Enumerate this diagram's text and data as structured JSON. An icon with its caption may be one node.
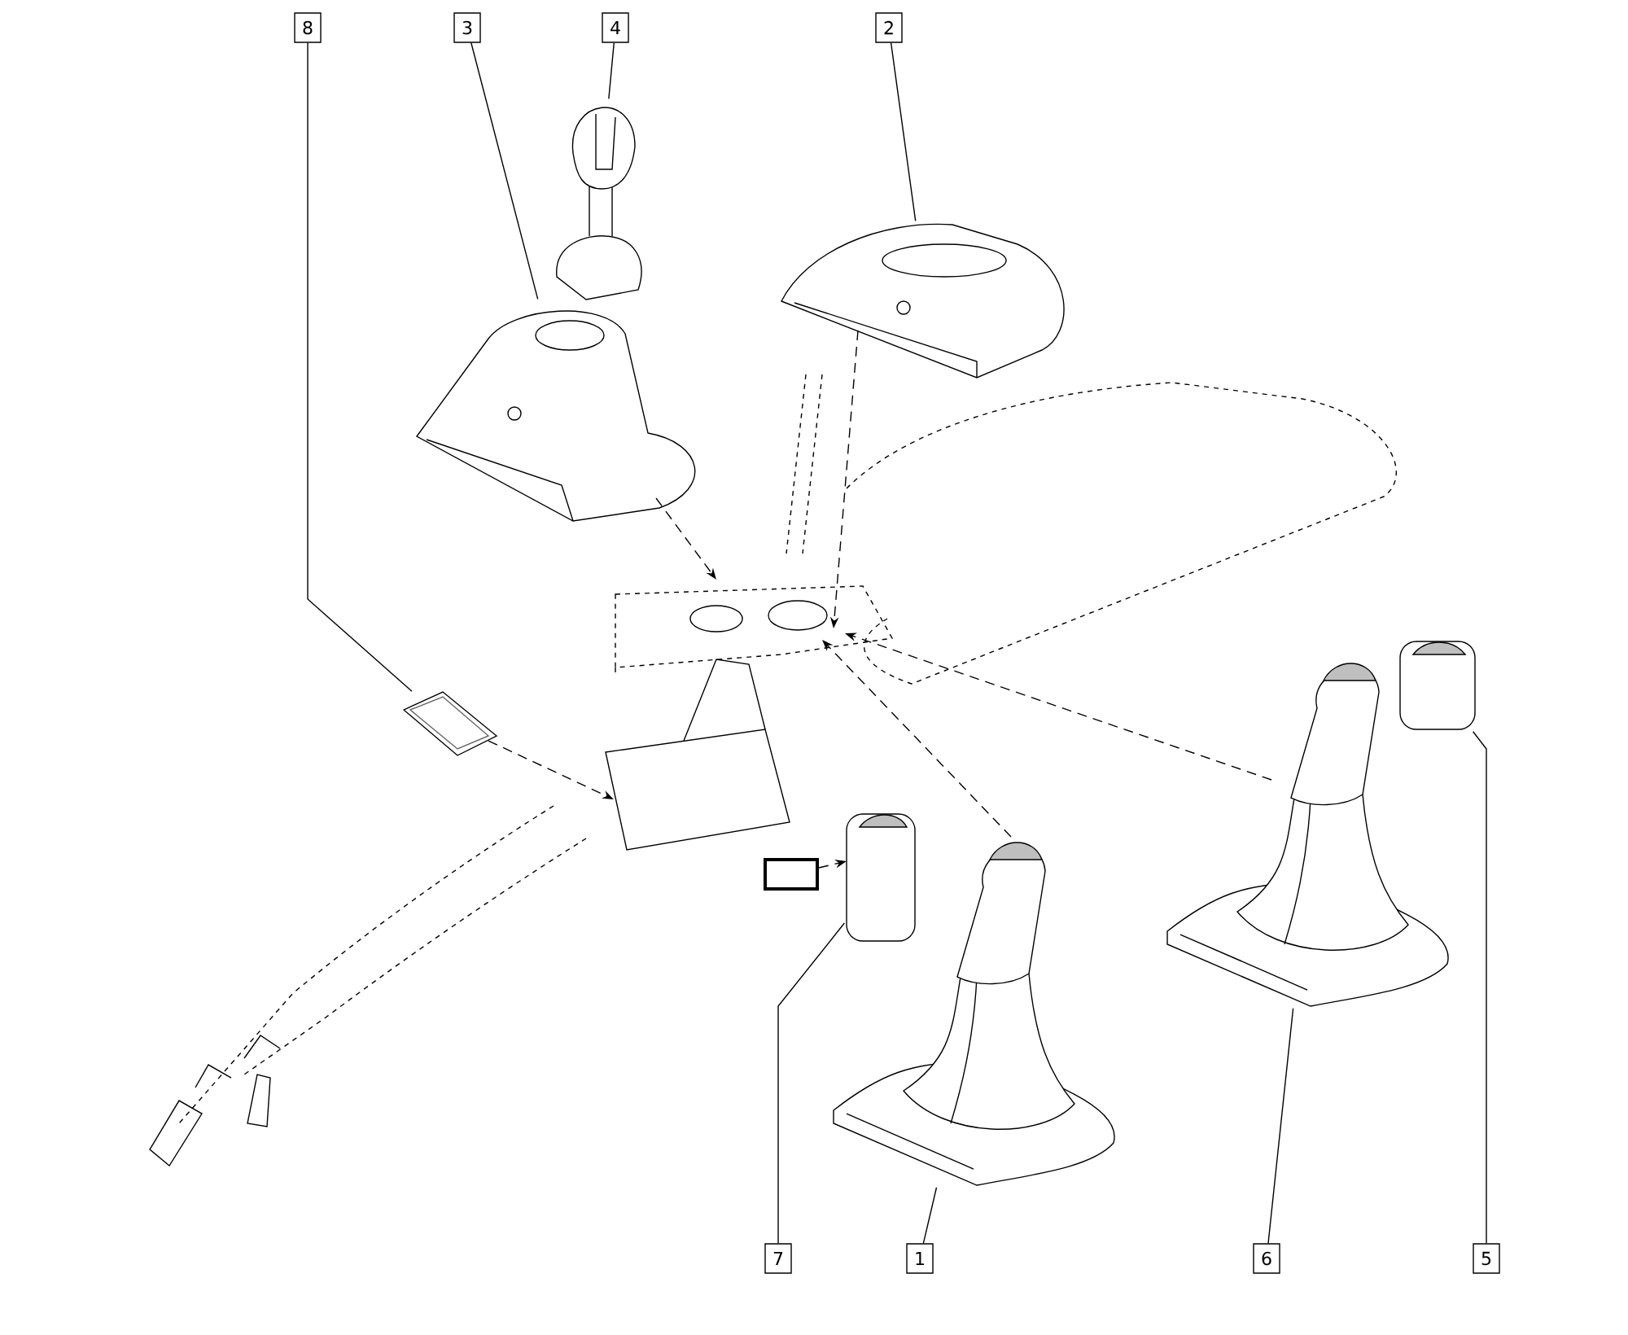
{
  "diagram": {
    "nodes": [
      {
        "text": [
          "8"
        ]
      },
      {
        "text": [
          "3"
        ]
      },
      {
        "text": [
          "4"
        ]
      },
      {
        "text": [
          "2"
        ]
      },
      {
        "text": [
          "1"
        ]
      },
      {
        "text": [
          "7"
        ]
      },
      {
        "text": [
          "6"
        ]
      },
      {
        "text": [
          "5"
        ]
      },
      {
        "text": [],
        "shape": "picture"
      },
      {
        "text": [],
        "shape": "picture"
      },
      {
        "text": [],
        "shape": "picture"
      },
      {
        "text": [],
        "shape": "picture"
      },
      {
        "text": [],
        "shape": "picture"
      },
      {
        "text": [],
        "shape": "picture"
      },
      {
        "text": [],
        "shape": "picture"
      },
      {
        "text": [],
        "shape": "picture"
      },
      {
        "text": [],
        "shape": "picture"
      },
      {
        "text": [],
        "shape": "box"
      }
    ],
    "edges": [
      {
        "from": 0,
        "to": 8,
        "arrow": "none"
      },
      {
        "from": 1,
        "to": 9,
        "arrow": "none"
      },
      {
        "from": 2,
        "to": 10,
        "arrow": "none"
      },
      {
        "from": 3,
        "to": 11,
        "arrow": "none"
      },
      {
        "from": 4,
        "to": 12,
        "arrow": "none"
      },
      {
        "from": 5,
        "to": 13,
        "arrow": "none"
      },
      {
        "from": 6,
        "to": 14,
        "arrow": "none"
      },
      {
        "from": 7,
        "to": 15,
        "arrow": "none"
      },
      {
        "from": 8,
        "to": 16,
        "arrow": "to",
        "style": "dashed"
      },
      {
        "from": 9,
        "to": 16,
        "arrow": "to",
        "style": "dashed"
      },
      {
        "from": 11,
        "to": 16,
        "arrow": "to",
        "style": "dashed"
      },
      {
        "from": 12,
        "to": 16,
        "arrow": "to",
        "style": "dashed"
      },
      {
        "from": 14,
        "to": 16,
        "arrow": "to",
        "style": "dashed"
      },
      {
        "from": 17,
        "to": 13,
        "arrow": "to",
        "style": "dashed"
      }
    ]
  }
}
